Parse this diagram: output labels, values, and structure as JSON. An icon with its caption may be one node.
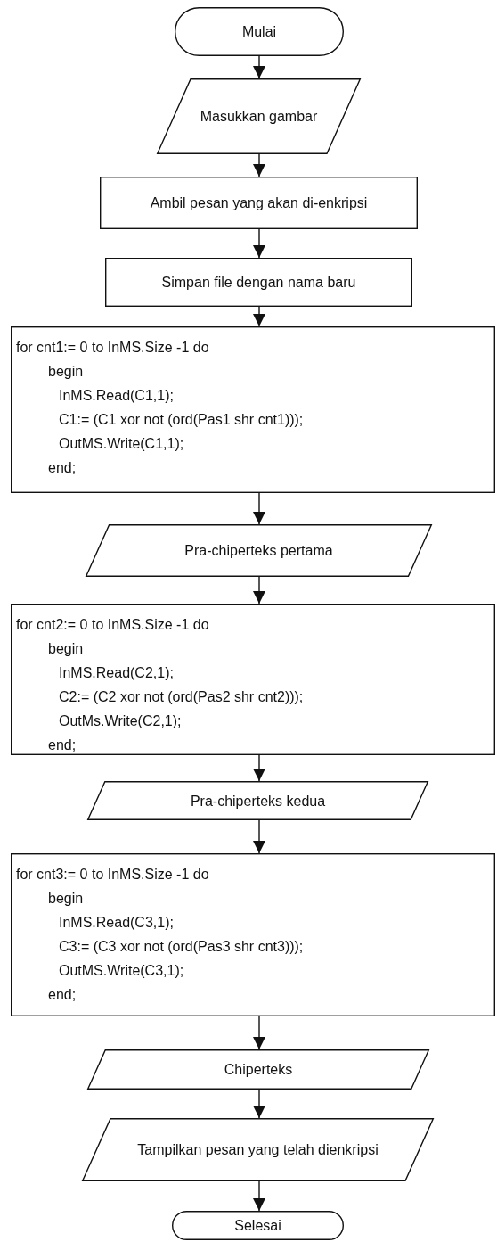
{
  "diagram": {
    "nodes": [
      {
        "text": [
          "Mulai"
        ]
      },
      {
        "text": [
          "Masukkan gambar"
        ]
      },
      {
        "text": [
          "Ambil pesan yang akan di-enkripsi"
        ]
      },
      {
        "text": [
          "Simpan file dengan nama baru"
        ]
      },
      {
        "text": [
          "for cnt1:= 0 to InMS.Size -1 do",
          "begin",
          "InMS.Read(C1,1);",
          "C1:= (C1 xor not (ord(Pas1 shr cnt1)));",
          "OutMS.Write(C1,1);",
          "end;"
        ]
      },
      {
        "text": [
          "Pra-chiperteks pertama"
        ]
      },
      {
        "text": [
          "for cnt2:= 0 to InMS.Size -1 do",
          "begin",
          "InMS.Read(C2,1);",
          "C2:= (C2 xor not (ord(Pas2 shr cnt2)));",
          "OutMs.Write(C2,1);",
          "end;"
        ]
      },
      {
        "text": [
          "Pra-chiperteks kedua"
        ]
      },
      {
        "text": [
          "for cnt3:= 0 to InMS.Size -1 do",
          "begin",
          "InMS.Read(C3,1);",
          "C3:= (C3 xor not (ord(Pas3 shr cnt3)));",
          "OutMS.Write(C3,1);",
          "end;"
        ]
      },
      {
        "text": [
          "Chiperteks"
        ]
      },
      {
        "text": [
          "Tampilkan pesan yang telah dienkripsi"
        ]
      },
      {
        "text": [
          "Selesai"
        ]
      }
    ],
    "edges": [
      {
        "from": 0,
        "to": 1,
        "arrow": "to"
      },
      {
        "from": 1,
        "to": 2,
        "arrow": "to"
      },
      {
        "from": 2,
        "to": 3,
        "arrow": "to"
      },
      {
        "from": 3,
        "to": 4,
        "arrow": "to"
      },
      {
        "from": 4,
        "to": 5,
        "arrow": "to"
      },
      {
        "from": 5,
        "to": 6,
        "arrow": "to"
      },
      {
        "from": 6,
        "to": 7,
        "arrow": "to"
      },
      {
        "from": 7,
        "to": 8,
        "arrow": "to"
      },
      {
        "from": 8,
        "to": 9,
        "arrow": "to"
      },
      {
        "from": 9,
        "to": 10,
        "arrow": "to"
      },
      {
        "from": 10,
        "to": 11,
        "arrow": "to"
      }
    ]
  }
}
